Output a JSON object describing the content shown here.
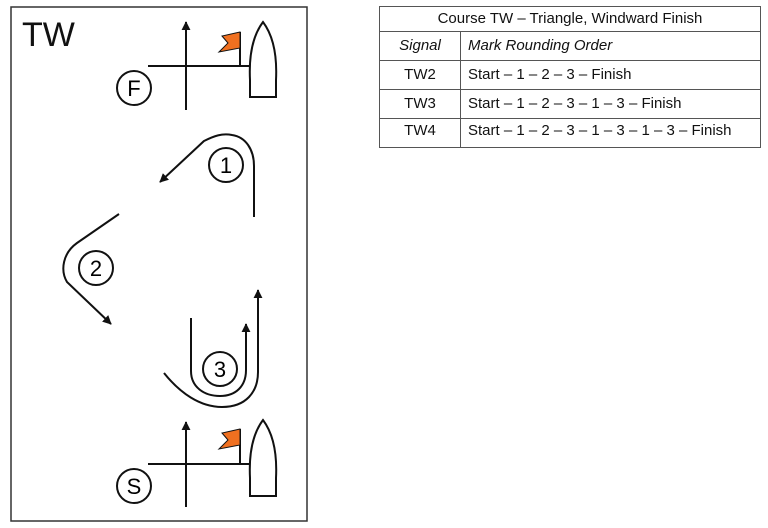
{
  "diagram": {
    "course_label": "TW",
    "finish_mark": "F",
    "start_mark": "S",
    "marks": [
      "1",
      "2",
      "3"
    ],
    "colors": {
      "flag": "#f07020",
      "line": "#111111"
    }
  },
  "table": {
    "title": "Course TW – Triangle, Windward Finish",
    "headers": {
      "signal": "Signal",
      "order": "Mark Rounding Order"
    },
    "rows": [
      {
        "signal": "TW2",
        "order": "Start – 1 – 2 – 3 – Finish"
      },
      {
        "signal": "TW3",
        "order": "Start – 1 – 2 – 3 – 1 – 3 – Finish"
      },
      {
        "signal": "TW4",
        "order": "Start – 1 – 2 – 3 – 1 – 3 – 1 – 3 – Finish"
      }
    ]
  }
}
